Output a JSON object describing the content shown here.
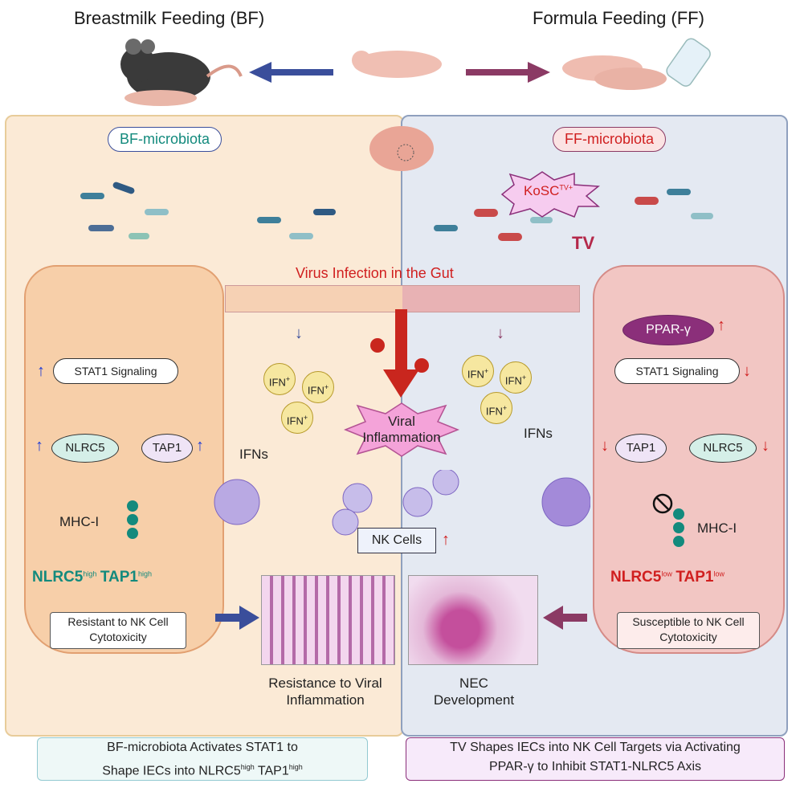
{
  "headers": {
    "bf": "Breastmilk Feeding (BF)",
    "ff": "Formula Feeding (FF)"
  },
  "left": {
    "microbiota_label": "BF-microbiota",
    "stat1": "STAT1 Signaling",
    "nlrc5": "NLRC5",
    "tap1": "TAP1",
    "mhc": "MHC-I",
    "ifns": "IFNs",
    "phenotype_main": "NLRC5",
    "phenotype_sup1": "high",
    "phenotype_main2": "TAP1",
    "phenotype_sup2": "high",
    "note": "Resistant to NK Cell Cytotoxicity",
    "histology": "Resistance to Viral Inflammation"
  },
  "right": {
    "microbiota_label": "FF-microbiota",
    "kosc": "KoSC",
    "kosc_sup": "TV+",
    "tv": "TV",
    "ppar": "PPAR-γ",
    "stat1": "STAT1 Signaling",
    "nlrc5": "NLRC5",
    "tap1": "TAP1",
    "mhc": "MHC-I",
    "ifns": "IFNs",
    "phenotype_main": "NLRC5",
    "phenotype_sup1": "low",
    "phenotype_main2": "TAP1",
    "phenotype_sup2": "low",
    "note": "Susceptible to NK Cell Cytotoxicity",
    "histology": "NEC Development"
  },
  "center": {
    "virus": "Virus Infection in the Gut",
    "inflammation": "Viral Inflammation",
    "nk": "NK Cells",
    "ifn_label": "IFN",
    "ifn_sup": "+"
  },
  "bottom": {
    "left_line1": "BF-microbiota Activates STAT1 to",
    "left_line2_a": "Shape IECs into NLRC5",
    "left_line2_sup1": "high",
    "left_line2_b": " TAP1",
    "left_line2_sup2": "high",
    "right_line1": "TV Shapes IECs into NK Cell Targets via Activating",
    "right_line2": "PPAR-γ to Inhibit STAT1-NLRC5 Axis"
  },
  "colors": {
    "left_bg": "#fbead6",
    "right_bg": "#e4e9f2",
    "teal": "#138a7d",
    "red": "#d01f1f",
    "blue_arrow": "#3a4e9b",
    "purple_arrow": "#8b3a64",
    "ppar": "#8b2f7a"
  }
}
